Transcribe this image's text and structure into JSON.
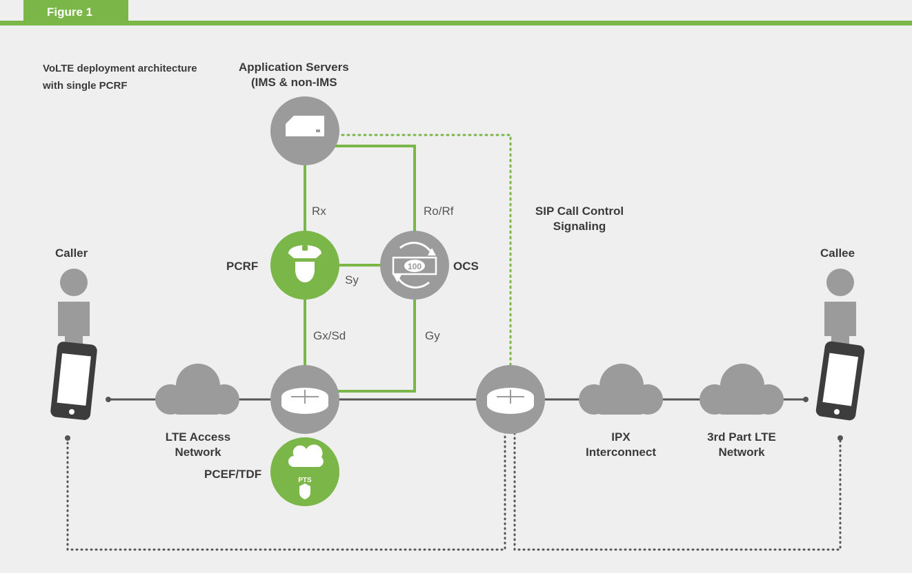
{
  "figure": {
    "tab_label": "Figure 1",
    "caption_line1": "VoLTE deployment architecture",
    "caption_line2": "with single PCRF",
    "accent_color": "#7ab648",
    "node_gray": "#9b9b9b"
  },
  "nodes": {
    "app_servers": {
      "line1": "Application Servers",
      "line2": "(IMS & non-IMS",
      "icon": "server-icon"
    },
    "pcrf": {
      "label": "PCRF",
      "icon": "police-officer-icon"
    },
    "ocs": {
      "label": "OCS",
      "icon": "money-exchange-icon",
      "badge": "100"
    },
    "pcef": {
      "label": "PCEF/TDF",
      "icon": "cloud-network-badge-icon",
      "badge": "PTS"
    },
    "router_left": {
      "icon": "router-icon"
    },
    "router_right": {
      "icon": "router-icon"
    }
  },
  "interfaces": {
    "rx": "Rx",
    "ro_rf": "Ro/Rf",
    "sy": "Sy",
    "gx_sd": "Gx/Sd",
    "gy": "Gy"
  },
  "signaling": {
    "line1": "SIP Call Control",
    "line2": "Signaling"
  },
  "endpoints": {
    "caller": "Caller",
    "callee": "Callee"
  },
  "networks": {
    "lte_access": {
      "line1": "LTE Access",
      "line2": "Network"
    },
    "ipx": {
      "line1": "IPX",
      "line2": "Interconnect"
    },
    "third_party": {
      "line1": "3rd Part LTE",
      "line2": "Network"
    }
  }
}
